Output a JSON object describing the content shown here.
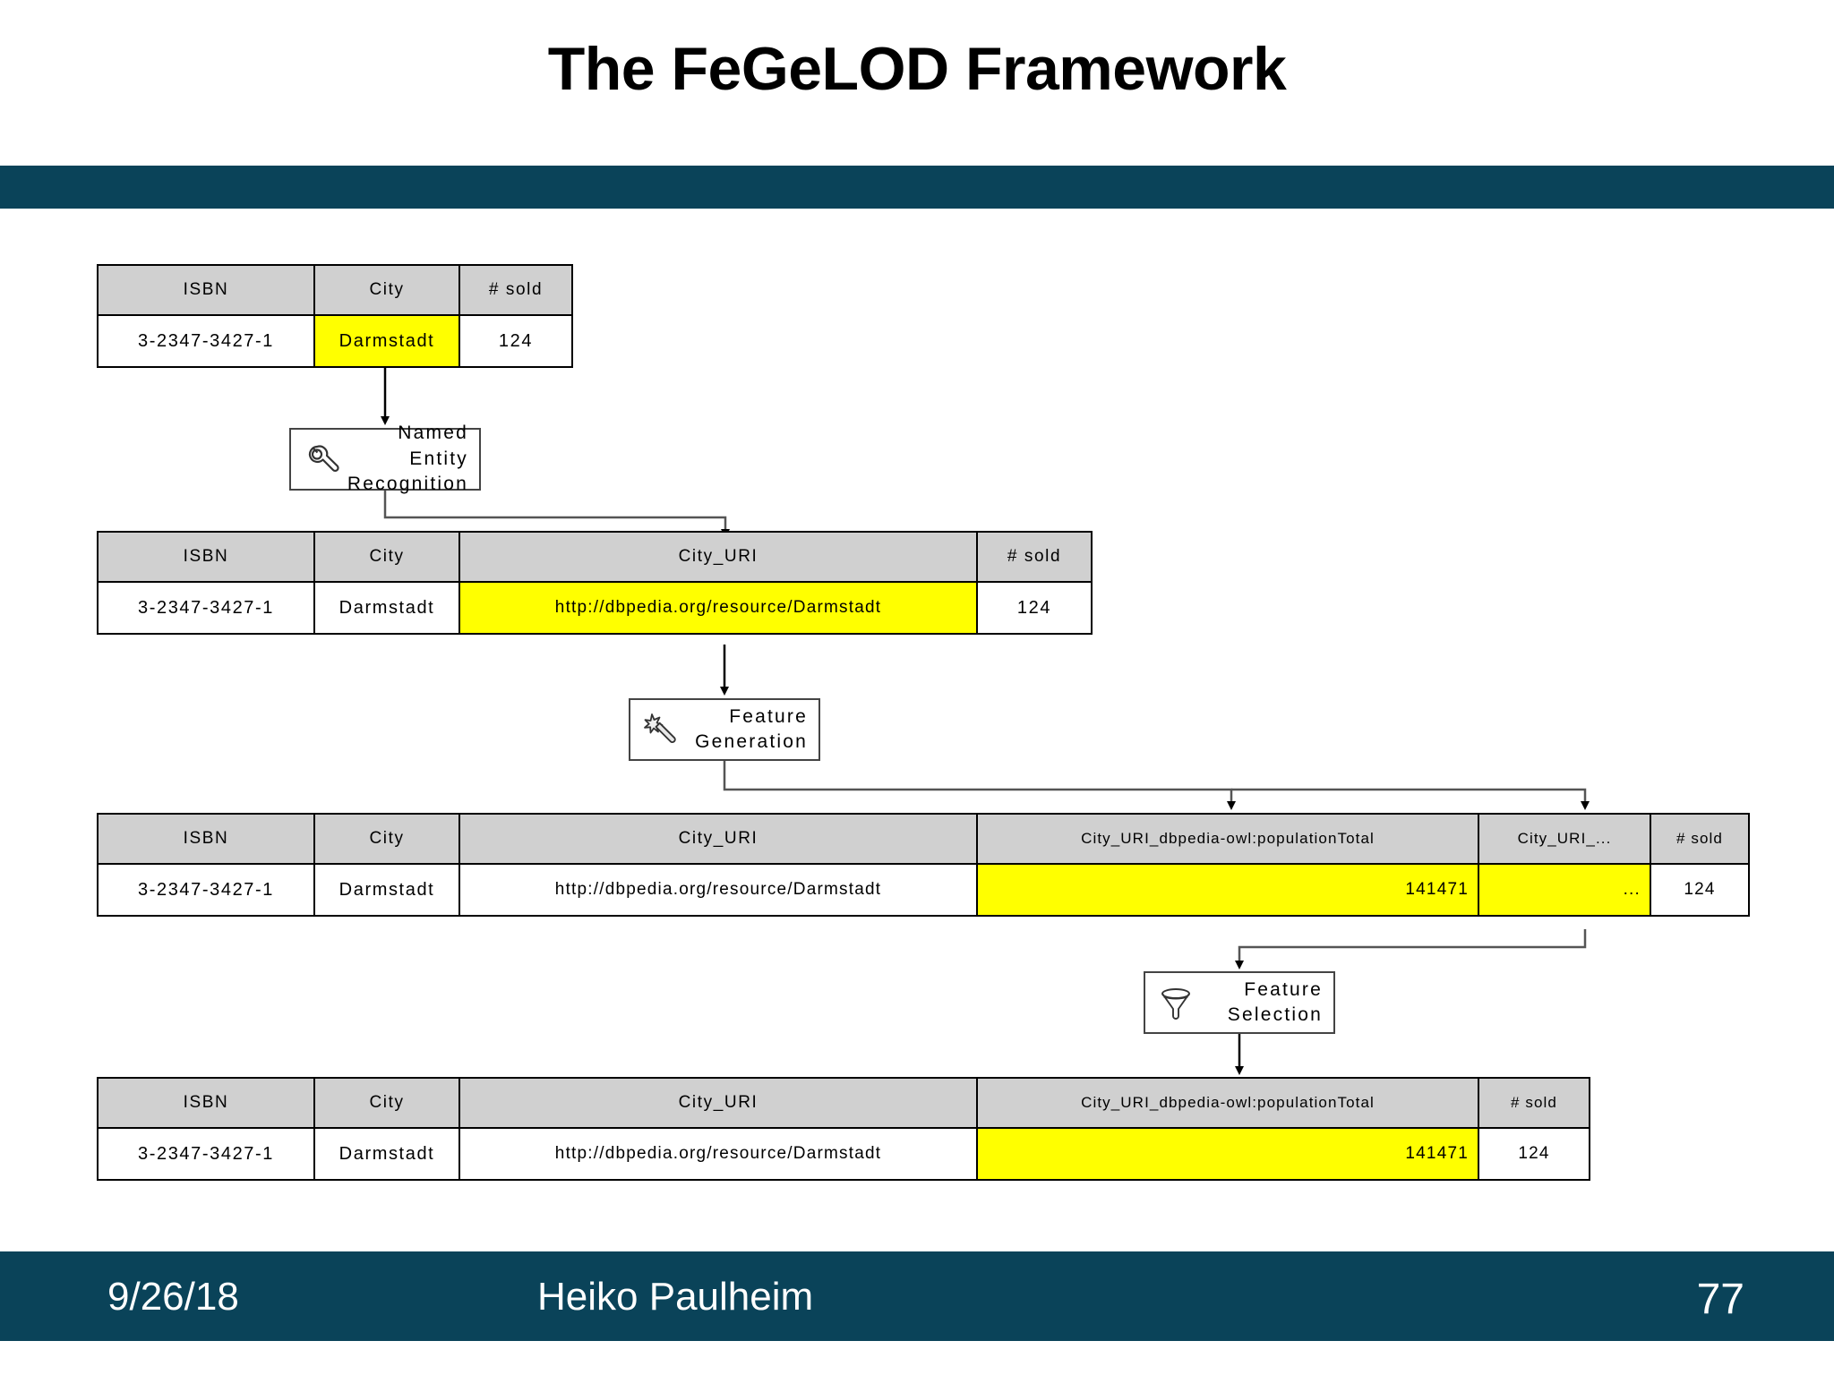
{
  "slide": {
    "title": "The FeGeLOD Framework",
    "accent_color": "#0a4359",
    "highlight_color": "#ffff00",
    "header_fill": "#d0d0d0"
  },
  "footer": {
    "date": "9/26/18",
    "author": "Heiko Paulheim",
    "page": "77"
  },
  "tables": {
    "t1": {
      "headers": [
        "ISBN",
        "City",
        "# sold"
      ],
      "row": [
        "3-2347-3427-1",
        "Darmstadt",
        "124"
      ]
    },
    "t2": {
      "headers": [
        "ISBN",
        "City",
        "City_URI",
        "# sold"
      ],
      "row": [
        "3-2347-3427-1",
        "Darmstadt",
        "http://dbpedia.org/resource/Darmstadt",
        "124"
      ]
    },
    "t3": {
      "headers": [
        "ISBN",
        "City",
        "City_URI",
        "City_URI_dbpedia-owl:populationTotal",
        "City_URI_...",
        "# sold"
      ],
      "row": [
        "3-2347-3427-1",
        "Darmstadt",
        "http://dbpedia.org/resource/Darmstadt",
        "141471",
        "...",
        "124"
      ]
    },
    "t4": {
      "headers": [
        "ISBN",
        "City",
        "City_URI",
        "City_URI_dbpedia-owl:populationTotal",
        "# sold"
      ],
      "row": [
        "3-2347-3427-1",
        "Darmstadt",
        "http://dbpedia.org/resource/Darmstadt",
        "141471",
        "124"
      ]
    }
  },
  "steps": {
    "ner": {
      "line1": "Named Entity",
      "line2": "Recognition",
      "icon": "wrench-icon"
    },
    "fg": {
      "line1": "Feature",
      "line2": "Generation",
      "icon": "magic-wand-icon"
    },
    "fs": {
      "line1": "Feature",
      "line2": "Selection",
      "icon": "funnel-icon"
    }
  }
}
